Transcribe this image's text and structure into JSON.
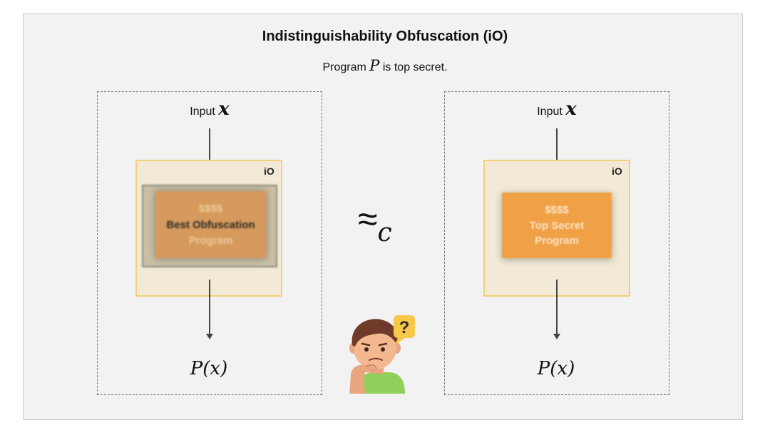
{
  "title": "Indistinguishability Obfuscation (iO)",
  "subtitle": {
    "prefix": "Program",
    "var": "P",
    "suffix": "is top secret."
  },
  "left_panel": {
    "input_label": "Input",
    "input_var": "x",
    "io_label": "iO",
    "card": {
      "line1": "$$$$",
      "line2": "Best Obfuscation",
      "line3": "Program"
    },
    "output": "P(x)"
  },
  "right_panel": {
    "input_label": "Input",
    "input_var": "x",
    "io_label": "iO",
    "card": {
      "line1": "$$$$",
      "line2": "Top Secret",
      "line3": "Program"
    },
    "output": "P(x)"
  },
  "relation": {
    "symbol": "≈",
    "subscript": "c"
  },
  "thinker": {
    "bubble_text": "?"
  },
  "colors": {
    "io_fill": "#f2ead6",
    "io_border": "#f0d07a",
    "secret_card": "#f0a146",
    "obfuscated_card": "#d69a5c"
  }
}
